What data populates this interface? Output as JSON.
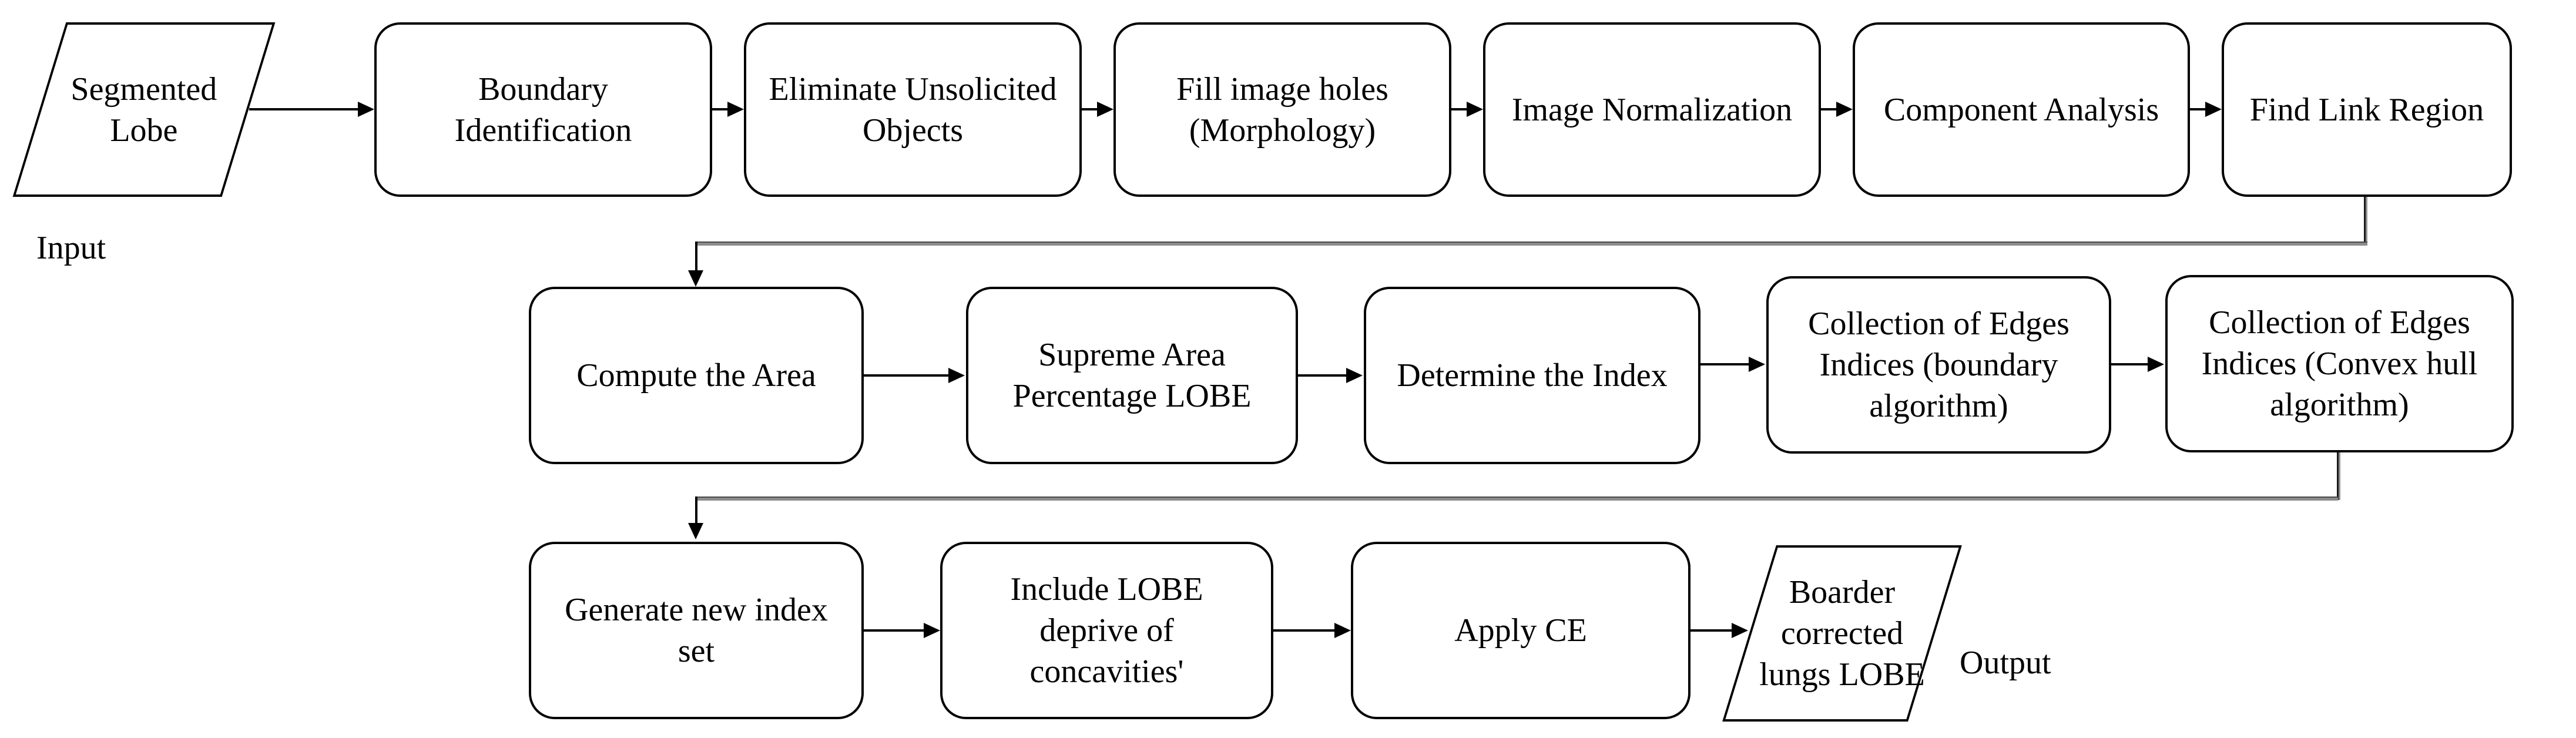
{
  "diagram": {
    "input_label": "Input",
    "output_label": "Output",
    "row1": [
      {
        "label": "Segmented\nLobe",
        "shape": "parallelogram"
      },
      {
        "label": "Boundary\nIdentification",
        "shape": "rounded-rect"
      },
      {
        "label": "Eliminate Unsolicited\nObjects",
        "shape": "rounded-rect"
      },
      {
        "label": "Fill image holes\n(Morphology)",
        "shape": "rounded-rect"
      },
      {
        "label": "Image Normalization",
        "shape": "rounded-rect"
      },
      {
        "label": "Component Analysis",
        "shape": "rounded-rect"
      },
      {
        "label": "Find Link Region",
        "shape": "rounded-rect"
      }
    ],
    "row2": [
      {
        "label": "Compute the Area",
        "shape": "rounded-rect"
      },
      {
        "label": "Supreme Area\nPercentage LOBE",
        "shape": "rounded-rect"
      },
      {
        "label": "Determine the Index",
        "shape": "rounded-rect"
      },
      {
        "label": "Collection of Edges\nIndices (boundary\nalgorithm)",
        "shape": "rounded-rect"
      },
      {
        "label": "Collection of Edges\nIndices (Convex hull\nalgorithm)",
        "shape": "rounded-rect"
      }
    ],
    "row3": [
      {
        "label": "Generate new index\nset",
        "shape": "rounded-rect"
      },
      {
        "label": "Include LOBE\ndeprive of\nconcavities'",
        "shape": "rounded-rect"
      },
      {
        "label": "Apply CE",
        "shape": "rounded-rect"
      },
      {
        "label": "Boarder\ncorrected\nlungs LOBE",
        "shape": "parallelogram"
      }
    ],
    "colors": {
      "stroke": "#000000",
      "connector_gray": "#8c8c8c",
      "background": "#ffffff"
    }
  }
}
